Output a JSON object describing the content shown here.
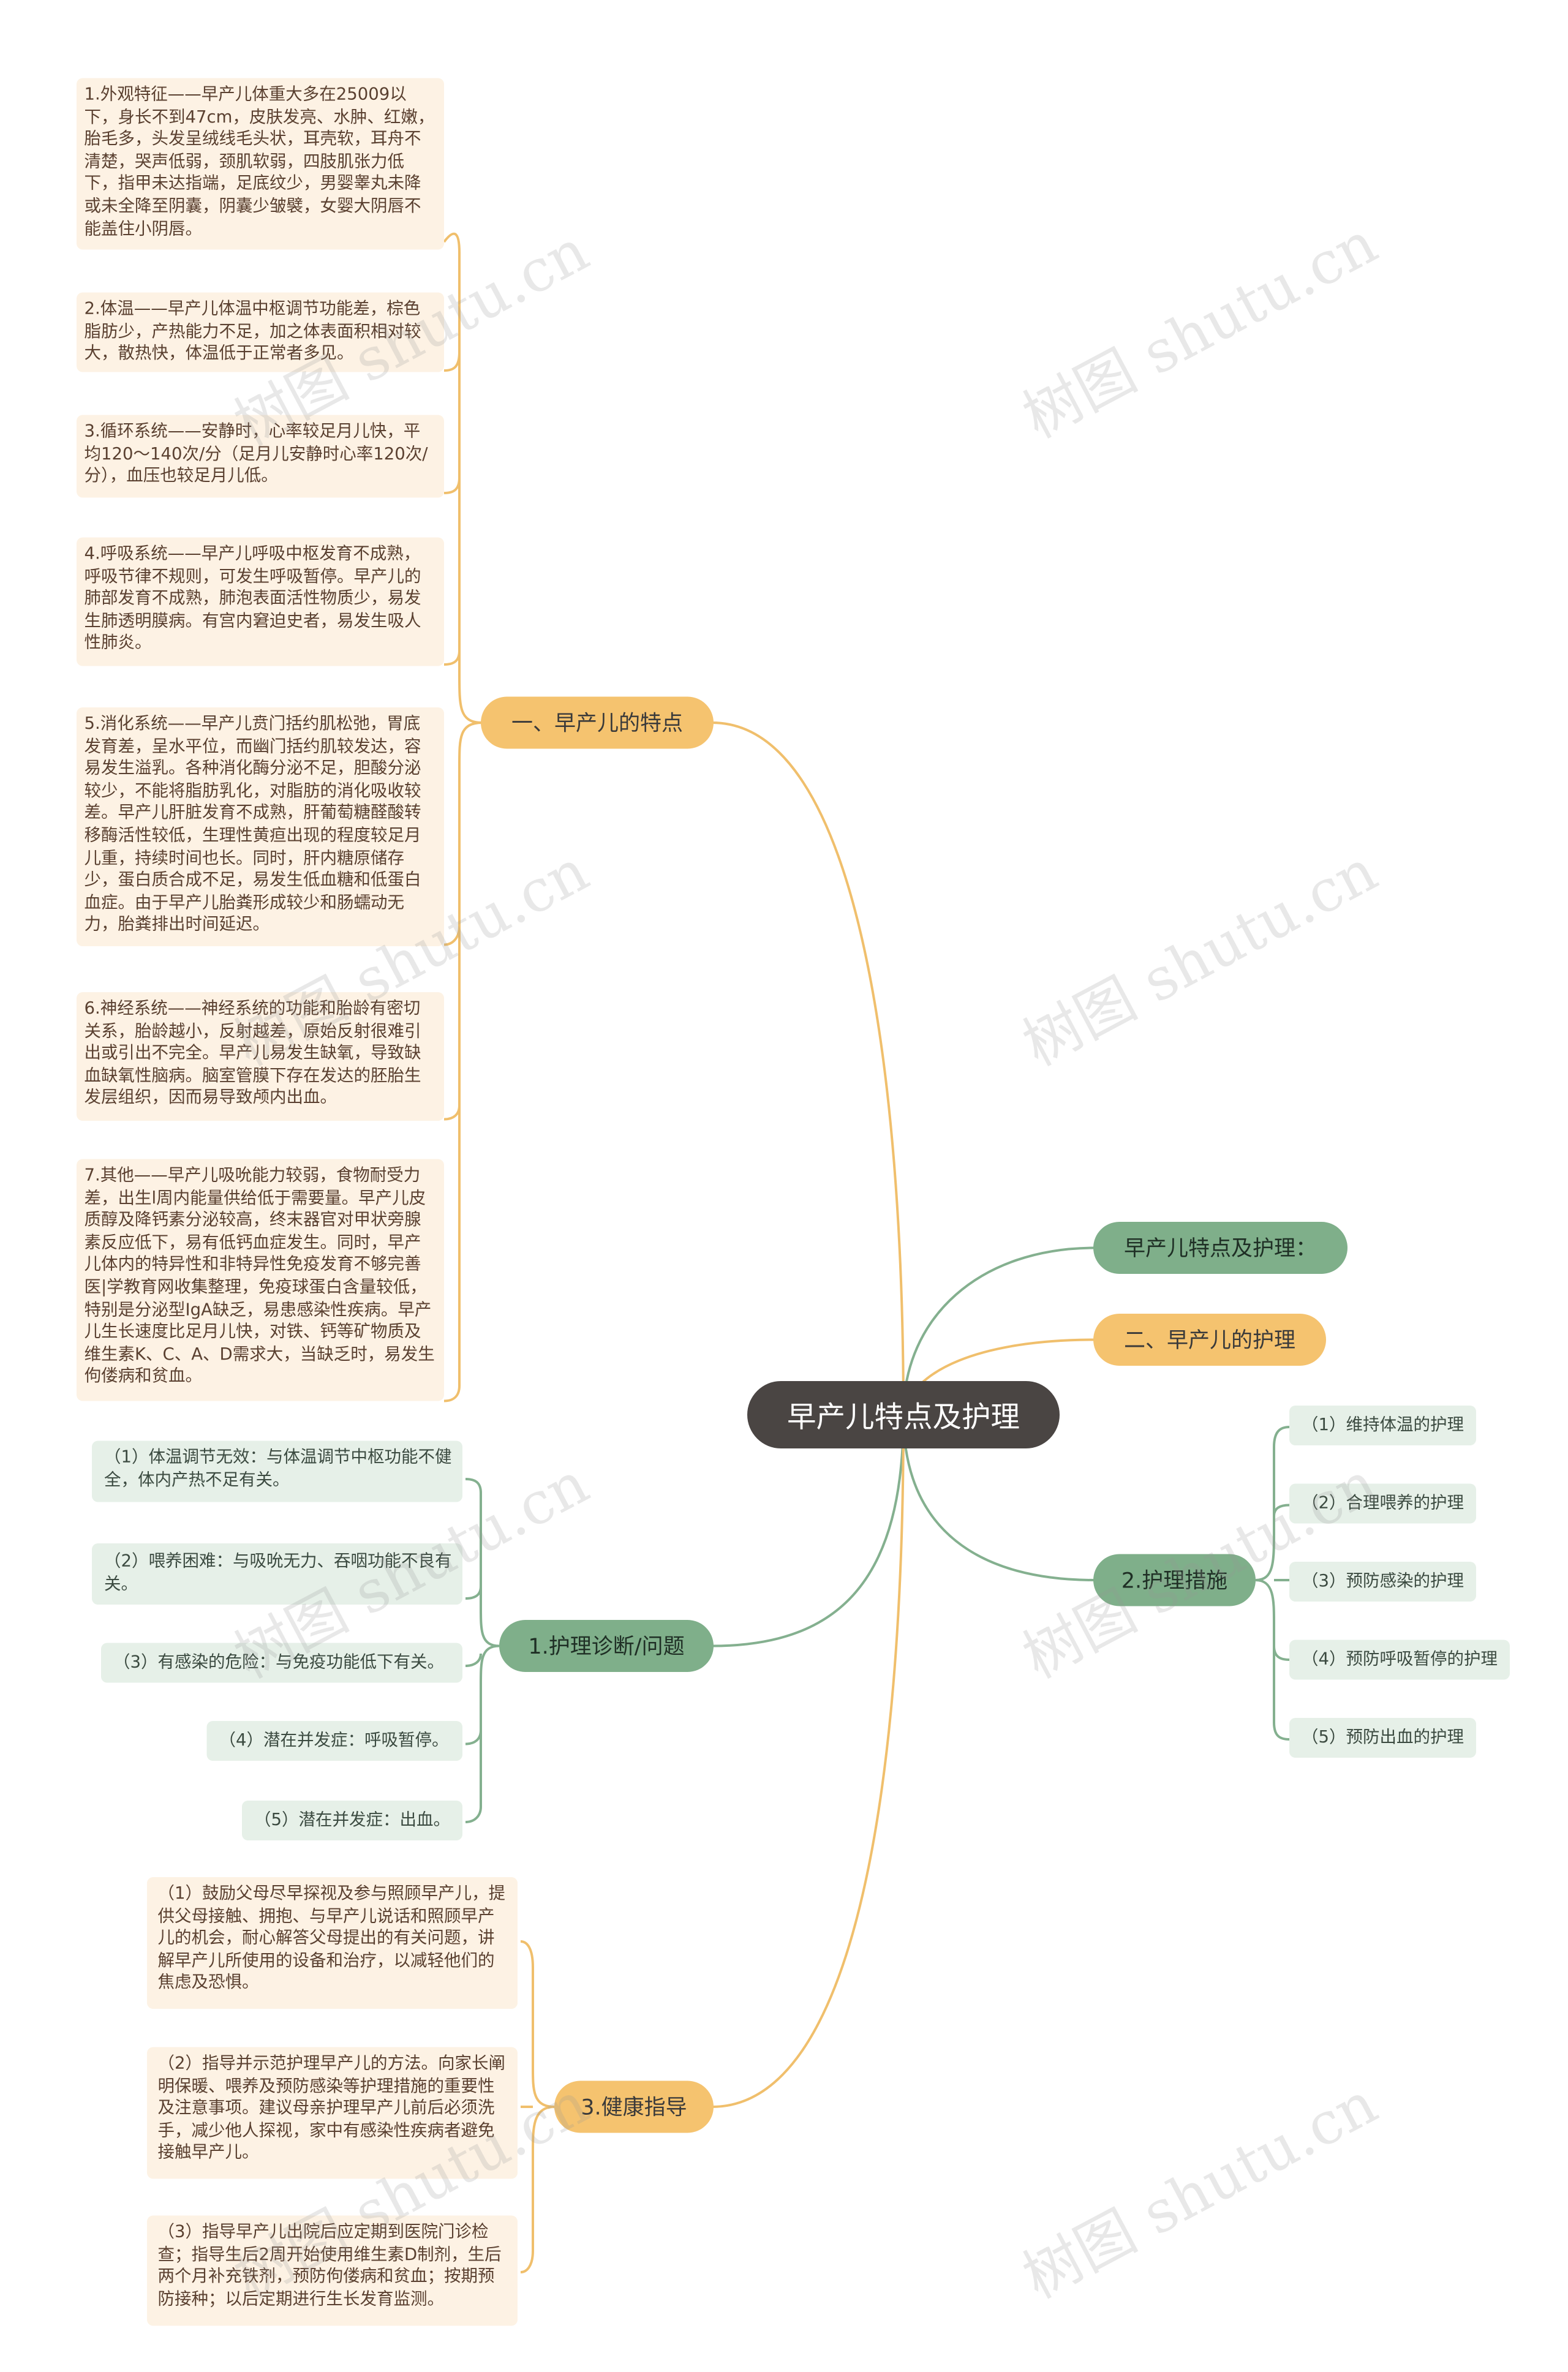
{
  "root": "早产儿特点及护理",
  "branch_features": "一、早产儿的特点",
  "features": [
    "1.外观特征——早产儿体重大多在25009以下，身长不到47cm，皮肤发亮、水肿、红嫩，胎毛多，头发呈绒线毛头状，耳壳软，耳舟不清楚，哭声低弱，颈肌软弱，四肢肌张力低下，指甲未达指端，足底纹少，男婴睾丸未降或未全降至阴囊，阴囊少皱襞，女婴大阴唇不能盖住小阴唇。",
    "2.体温——早产儿体温中枢调节功能差，棕色脂肪少，产热能力不足，加之体表面积相对较大，散热快，体温低于正常者多见。",
    "3.循环系统——安静时，心率较足月儿快，平均120～140次/分（足月儿安静时心率120次/分），血压也较足月儿低。",
    "4.呼吸系统——早产儿呼吸中枢发育不成熟，呼吸节律不规则，可发生呼吸暂停。早产儿的肺部发育不成熟，肺泡表面活性物质少，易发生肺透明膜病。有宫内窘迫史者，易发生吸人性肺炎。",
    "5.消化系统——早产儿贲门括约肌松弛，胃底发育差，呈水平位，而幽门括约肌较发达，容易发生溢乳。各种消化酶分泌不足，胆酸分泌较少，不能将脂肪乳化，对脂肪的消化吸收较差。早产儿肝脏发育不成熟，肝葡萄糖醛酸转移酶活性较低，生理性黄疸出现的程度较足月儿重，持续时间也长。同时，肝内糖原储存少，蛋白质合成不足，易发生低血糖和低蛋白血症。由于早产儿胎粪形成较少和肠蠕动无力，胎粪排出时间延迟。",
    "6.神经系统——神经系统的功能和胎龄有密切关系，胎龄越小，反射越差，原始反射很难引出或引出不完全。早产儿易发生缺氧，导致缺血缺氧性脑病。脑室管膜下存在发达的胚胎生发层组织，因而易导致颅内出血。",
    "7.其他——早产儿吸吮能力较弱，食物耐受力差，出生l周内能量供给低于需要量。早产儿皮质醇及降钙素分泌较高，终末器官对甲状旁腺素反应低下，易有低钙血症发生。同时，早产儿体内的特异性和非特异性免疫发育不够完善医|学教育网收集整理，免疫球蛋白含量较低，特别是分泌型IgA缺乏，易患感染性疾病。早产儿生长速度比足月儿快，对铁、钙等矿物质及维生素K、C、A、D需求大，当缺乏时，易发生佝偻病和贫血。"
  ],
  "branch_intro": "早产儿特点及护理：",
  "branch_care": "二、早产儿的护理",
  "branch_diagnosis": "1.护理诊断/问题",
  "diagnosis": [
    "（1）体温调节无效：与体温调节中枢功能不健全，体内产热不足有关。",
    "（2）喂养困难：与吸吮无力、吞咽功能不良有关。",
    "（3）有感染的危险：与免疫功能低下有关。",
    "（4）潜在并发症：呼吸暂停。",
    "（5）潜在并发症：出血。"
  ],
  "branch_measures": "2.护理措施",
  "measures": [
    "（1）维持体温的护理",
    "（2）合理喂养的护理",
    "（3）预防感染的护理",
    "（4）预防呼吸暂停的护理",
    "（5）预防出血的护理"
  ],
  "branch_education": "3.健康指导",
  "education": [
    "（1）鼓励父母尽早探视及参与照顾早产儿，提供父母接触、拥抱、与早产儿说话和照顾早产儿的机会，耐心解答父母提出的有关问题，讲解早产儿所使用的设备和治疗，以减轻他们的焦虑及恐惧。",
    "（2）指导并示范护理早产儿的方法。向家长阐明保暖、喂养及预防感染等护理措施的重要性及注意事项。建议母亲护理早产儿前后必须洗手，减少他人探视，家中有感染性疾病者避免接触早产儿。",
    "（3）指导早产儿出院后应定期到医院门诊检查；指导生后2周开始使用维生素D制剂，生后两个月补充铁剂，预防佝偻病和贫血；按期预防接种；以后定期进行生长发育监测。"
  ],
  "watermark": "树图 shutu.cn",
  "colors": {
    "root": "#4a4543",
    "orange_branch": "#f5c36f",
    "green_branch": "#7faf8a",
    "orange_leaf": "#fdf2e4",
    "green_leaf": "#e6f0e8",
    "orange_line": "#f0bf6c",
    "green_line": "#84b08f"
  }
}
